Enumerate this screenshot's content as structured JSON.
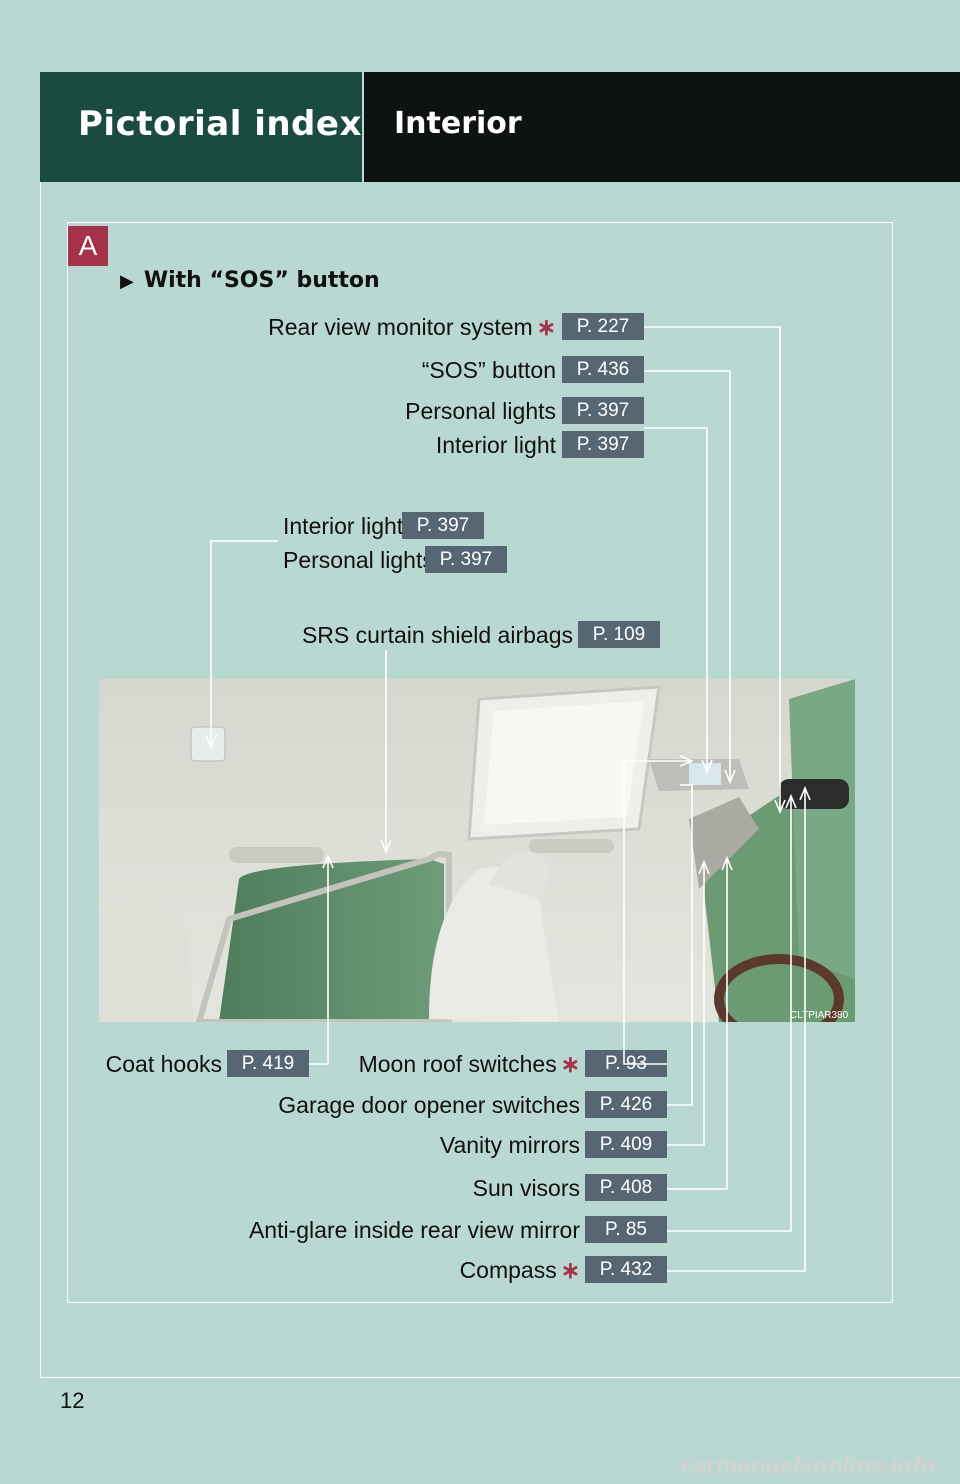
{
  "header": {
    "section_title": "Pictorial index",
    "subsection_title": "Interior"
  },
  "panel": {
    "badge": "A",
    "variant_label": "With “SOS” button"
  },
  "callouts_top": [
    {
      "label": "Rear view monitor system",
      "ref": "P. 227",
      "asterisk": "∗"
    },
    {
      "label": "“SOS” button",
      "ref": "P. 436"
    },
    {
      "label": "Personal lights",
      "ref": "P. 397"
    },
    {
      "label": "Interior light",
      "ref": "P. 397"
    }
  ],
  "callouts_left": [
    {
      "label": "Interior light",
      "ref": "P. 397"
    },
    {
      "label": "Personal lights",
      "ref": "P. 397"
    }
  ],
  "callout_srs": {
    "label": "SRS curtain shield airbags",
    "ref": "P. 109"
  },
  "callouts_bottom": [
    {
      "label": "Coat hooks",
      "ref": "P. 419"
    },
    {
      "label": "Moon roof switches",
      "ref": "P. 93",
      "asterisk": "∗"
    },
    {
      "label": "Garage door opener switches",
      "ref": "P. 426"
    },
    {
      "label": "Vanity mirrors",
      "ref": "P. 409"
    },
    {
      "label": "Sun visors",
      "ref": "P. 408"
    },
    {
      "label": "Anti-glare inside rear view mirror",
      "ref": "P. 85"
    },
    {
      "label": "Compass",
      "ref": "P. 432",
      "asterisk": "∗"
    }
  ],
  "photo": {
    "code": "CLTPIAR380"
  },
  "footer": {
    "page_number": "12",
    "watermark": "carmanualsonline.info"
  },
  "colors": {
    "background": "#b9d8d1",
    "header_left": "#1a4a40",
    "header_right": "#0e1311",
    "badge": "#a3324a",
    "ref_box": "#566673"
  }
}
